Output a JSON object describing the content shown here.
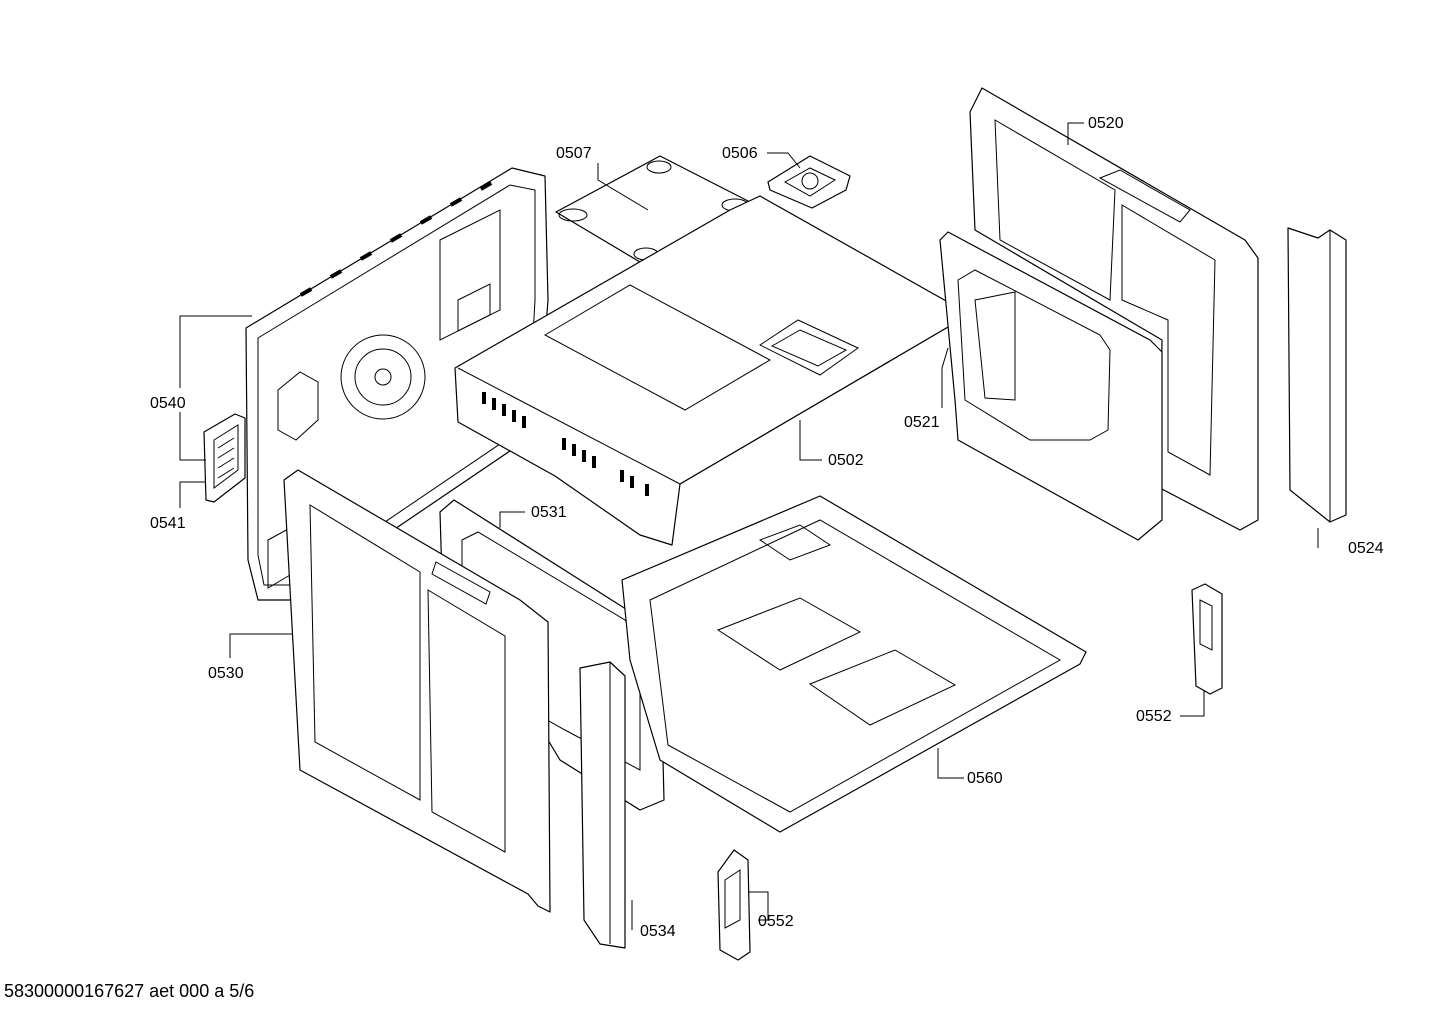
{
  "diagram": {
    "document_id": "58300000167627 aet 000 a 5/6",
    "parts": [
      {
        "id": "0507",
        "label": "0507"
      },
      {
        "id": "0506",
        "label": "0506"
      },
      {
        "id": "0520",
        "label": "0520"
      },
      {
        "id": "0540",
        "label": "0540"
      },
      {
        "id": "0541",
        "label": "0541"
      },
      {
        "id": "0521",
        "label": "0521"
      },
      {
        "id": "0502",
        "label": "0502"
      },
      {
        "id": "0524",
        "label": "0524"
      },
      {
        "id": "0531",
        "label": "0531"
      },
      {
        "id": "0530",
        "label": "0530"
      },
      {
        "id": "0552a",
        "label": "0552"
      },
      {
        "id": "0560",
        "label": "0560"
      },
      {
        "id": "0534",
        "label": "0534"
      },
      {
        "id": "0552b",
        "label": "0552"
      }
    ]
  }
}
